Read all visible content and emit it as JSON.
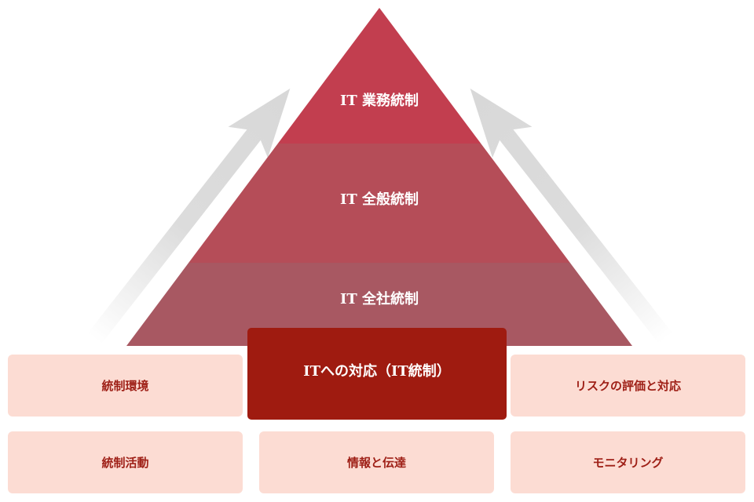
{
  "pyramid": {
    "levels": [
      "IT 業務統制",
      "IT 全般統制",
      "IT 全社統制"
    ],
    "colors": [
      "#c23e4f",
      "#b54d58",
      "#a85862"
    ]
  },
  "core": {
    "label": "ITへの対応（IT統制）",
    "color": "#9f1b10"
  },
  "components": [
    "統制環境",
    "リスクの評価と対応",
    "統制活動",
    "情報と伝達",
    "モニタリング"
  ],
  "box_color": "#fcdcd3"
}
